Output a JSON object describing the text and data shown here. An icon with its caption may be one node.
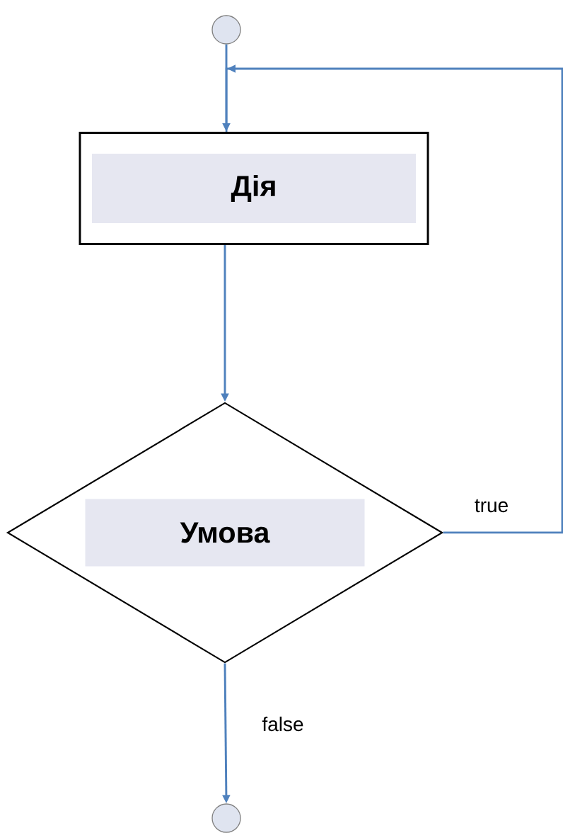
{
  "diagram": {
    "nodes": [
      {
        "text": [],
        "shape": "circle"
      },
      {
        "text": [
          "Дія"
        ]
      },
      {
        "text": [
          "Умова"
        ]
      },
      {
        "text": [],
        "shape": "circle"
      }
    ],
    "edges": [
      {
        "from": 0,
        "to": 1,
        "arrow": "to"
      },
      {
        "from": 1,
        "to": 2,
        "arrow": "to"
      },
      {
        "from": 2,
        "to": 1,
        "arrow": "to",
        "label": "true"
      },
      {
        "from": 2,
        "to": 3,
        "arrow": "to",
        "label": "false"
      }
    ]
  }
}
